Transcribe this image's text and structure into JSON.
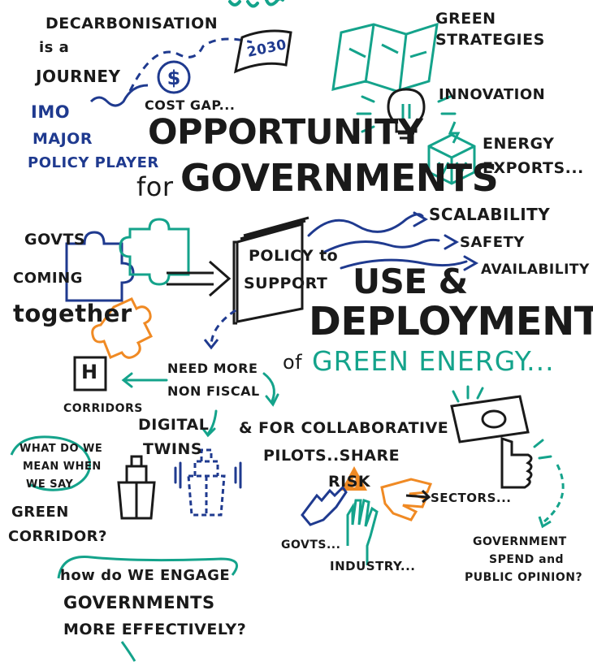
{
  "colors": {
    "ink": "#1a1a1a",
    "teal": "#14a38b",
    "blue": "#1f3a8f",
    "orange": "#f08a24"
  },
  "top_left": {
    "decarbonisation": "DECARBONISATION",
    "is_a": "is a",
    "journey": "JOURNEY",
    "imo": "IMO",
    "major": "MAJOR",
    "policy_player": "POLICY PLAYER",
    "cost_gap": "COST GAP...",
    "year": "2030"
  },
  "headline": {
    "opportunity": "OPPORTUNITY",
    "for": "for",
    "governments": "GOVERNMENTS"
  },
  "right_top": {
    "green_strategies_1": "GREEN",
    "green_strategies_2": "STRATEGIES",
    "innovation": "INNOVATION",
    "energy": "ENERGY",
    "exports": "EXPORTS..."
  },
  "middle": {
    "govts": "GOVTS",
    "coming": "COMING",
    "together": "together",
    "policy_to": "POLICY to",
    "support": "SUPPORT",
    "use_and": "USE &",
    "deployment": "DEPLOYMENT",
    "of": "of",
    "green_energy": "GREEN ENERGY...",
    "scalability": "SCALABILITY",
    "safety": "SAFETY",
    "availability": "AVAILABILITY"
  },
  "lower": {
    "need_more": "NEED MORE",
    "non_fiscal": "NON FISCAL",
    "h2": "H",
    "corridors": "CORRIDORS",
    "digital": "DIGITAL",
    "twins": "TWINS",
    "collab_1": "& for COLLABORATIVE",
    "collab_2": "PILOTS..SHARE",
    "risk": "RISK",
    "govts2": "GOVTS...",
    "industry": "INDUSTRY...",
    "sectors": "SECTORS...",
    "q1_a": "WHAT do WE",
    "q1_b": "MEAN when",
    "q1_c": "WE SAY",
    "q1_d": "GREEN",
    "q1_e": "CORRIDOR?",
    "q2_a": "how do WE ENGAGE",
    "q2_b": "GOVERNMENTS",
    "q2_c": "MORE EFFECTIVELY?",
    "spend_a": "GOVERNMENT",
    "spend_b": "SPEND and",
    "spend_c": "PUBLIC OPINION?"
  }
}
